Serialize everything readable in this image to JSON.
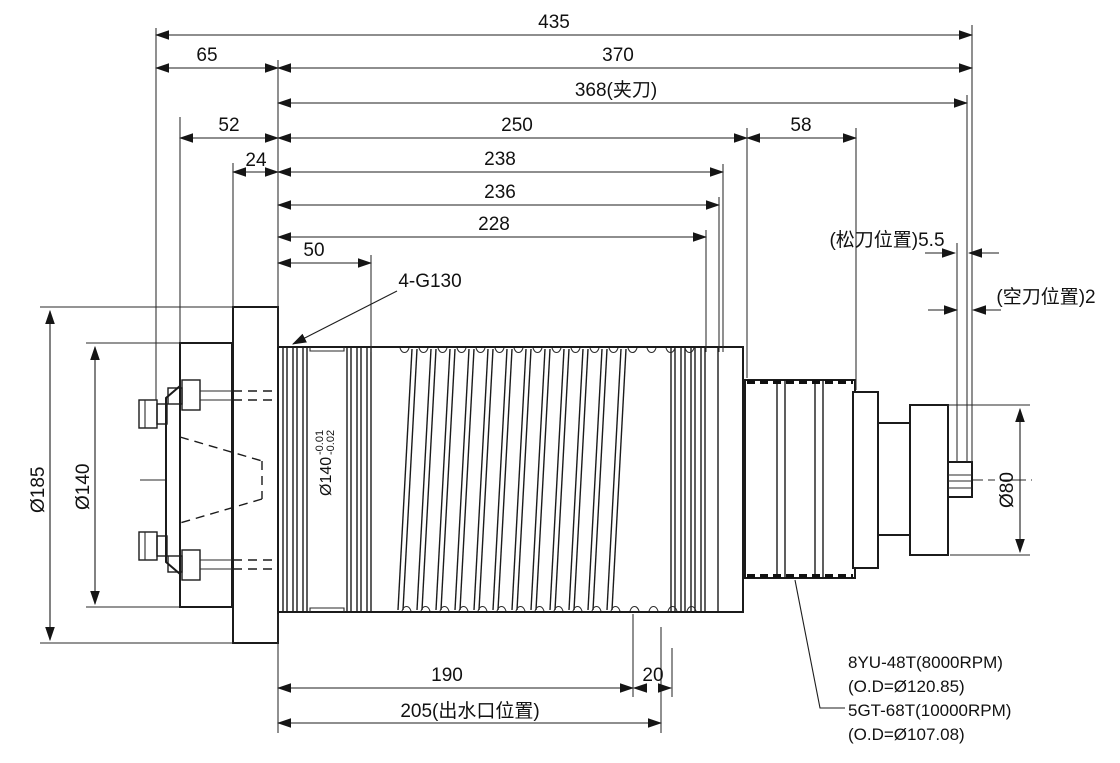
{
  "drawing": {
    "kind": "spindle mechanical engineering drawing, side view",
    "colors": {
      "background": "#ffffff",
      "line": "#1b1b1b"
    },
    "dims": {
      "overall": "435",
      "front": "65",
      "total": "370",
      "clamp": "368(夹刀)",
      "nose": "52",
      "body": "250",
      "flange": "24",
      "l238": "238",
      "l236": "236",
      "l228": "228",
      "l50": "50",
      "l58": "58",
      "l190": "190",
      "l20": "20",
      "water": "205(出水口位置)",
      "release": "(松刀位置)5.5",
      "empty": "(空刀位置)2",
      "dia185": "Ø185",
      "dia140": "Ø140",
      "dia80": "Ø80",
      "thread": "4-G130",
      "tol_base": "Ø140",
      "tol_upper": "-0.01",
      "tol_lower": "-0.02"
    },
    "note": {
      "l1": "8YU-48T(8000RPM)",
      "l2": "(O.D=Ø120.85)",
      "l3": "5GT-68T(10000RPM)",
      "l4": "(O.D=Ø107.08)"
    }
  }
}
